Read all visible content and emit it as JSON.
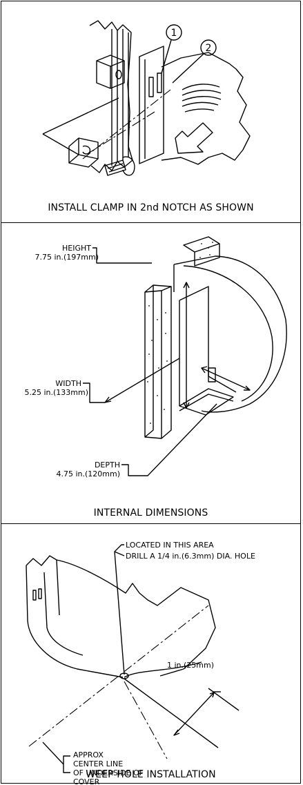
{
  "panels": [
    {
      "caption": "INSTALL CLAMP IN 2nd NOTCH AS SHOWN",
      "callouts": [
        "1",
        "2"
      ]
    },
    {
      "caption": "INTERNAL DIMENSIONS",
      "height": {
        "label": "HEIGHT",
        "value": "7.75 in.(197mm)"
      },
      "width": {
        "label": "WIDTH",
        "value": "5.25 in.(133mm)"
      },
      "depth": {
        "label": "DEPTH",
        "value": "4.75 in.(120mm)"
      }
    },
    {
      "caption": "WEEP HOLE INSTALLATION",
      "note_line1": "LOCATED IN THIS AREA",
      "note_line2": "DRILL A 1/4 in.(6.3mm) DIA. HOLE",
      "distance": "1 in.(25mm)",
      "centerline": [
        "APPROX",
        "CENTER LINE",
        "OF UNDERSIDE OF",
        "COVER"
      ]
    }
  ]
}
